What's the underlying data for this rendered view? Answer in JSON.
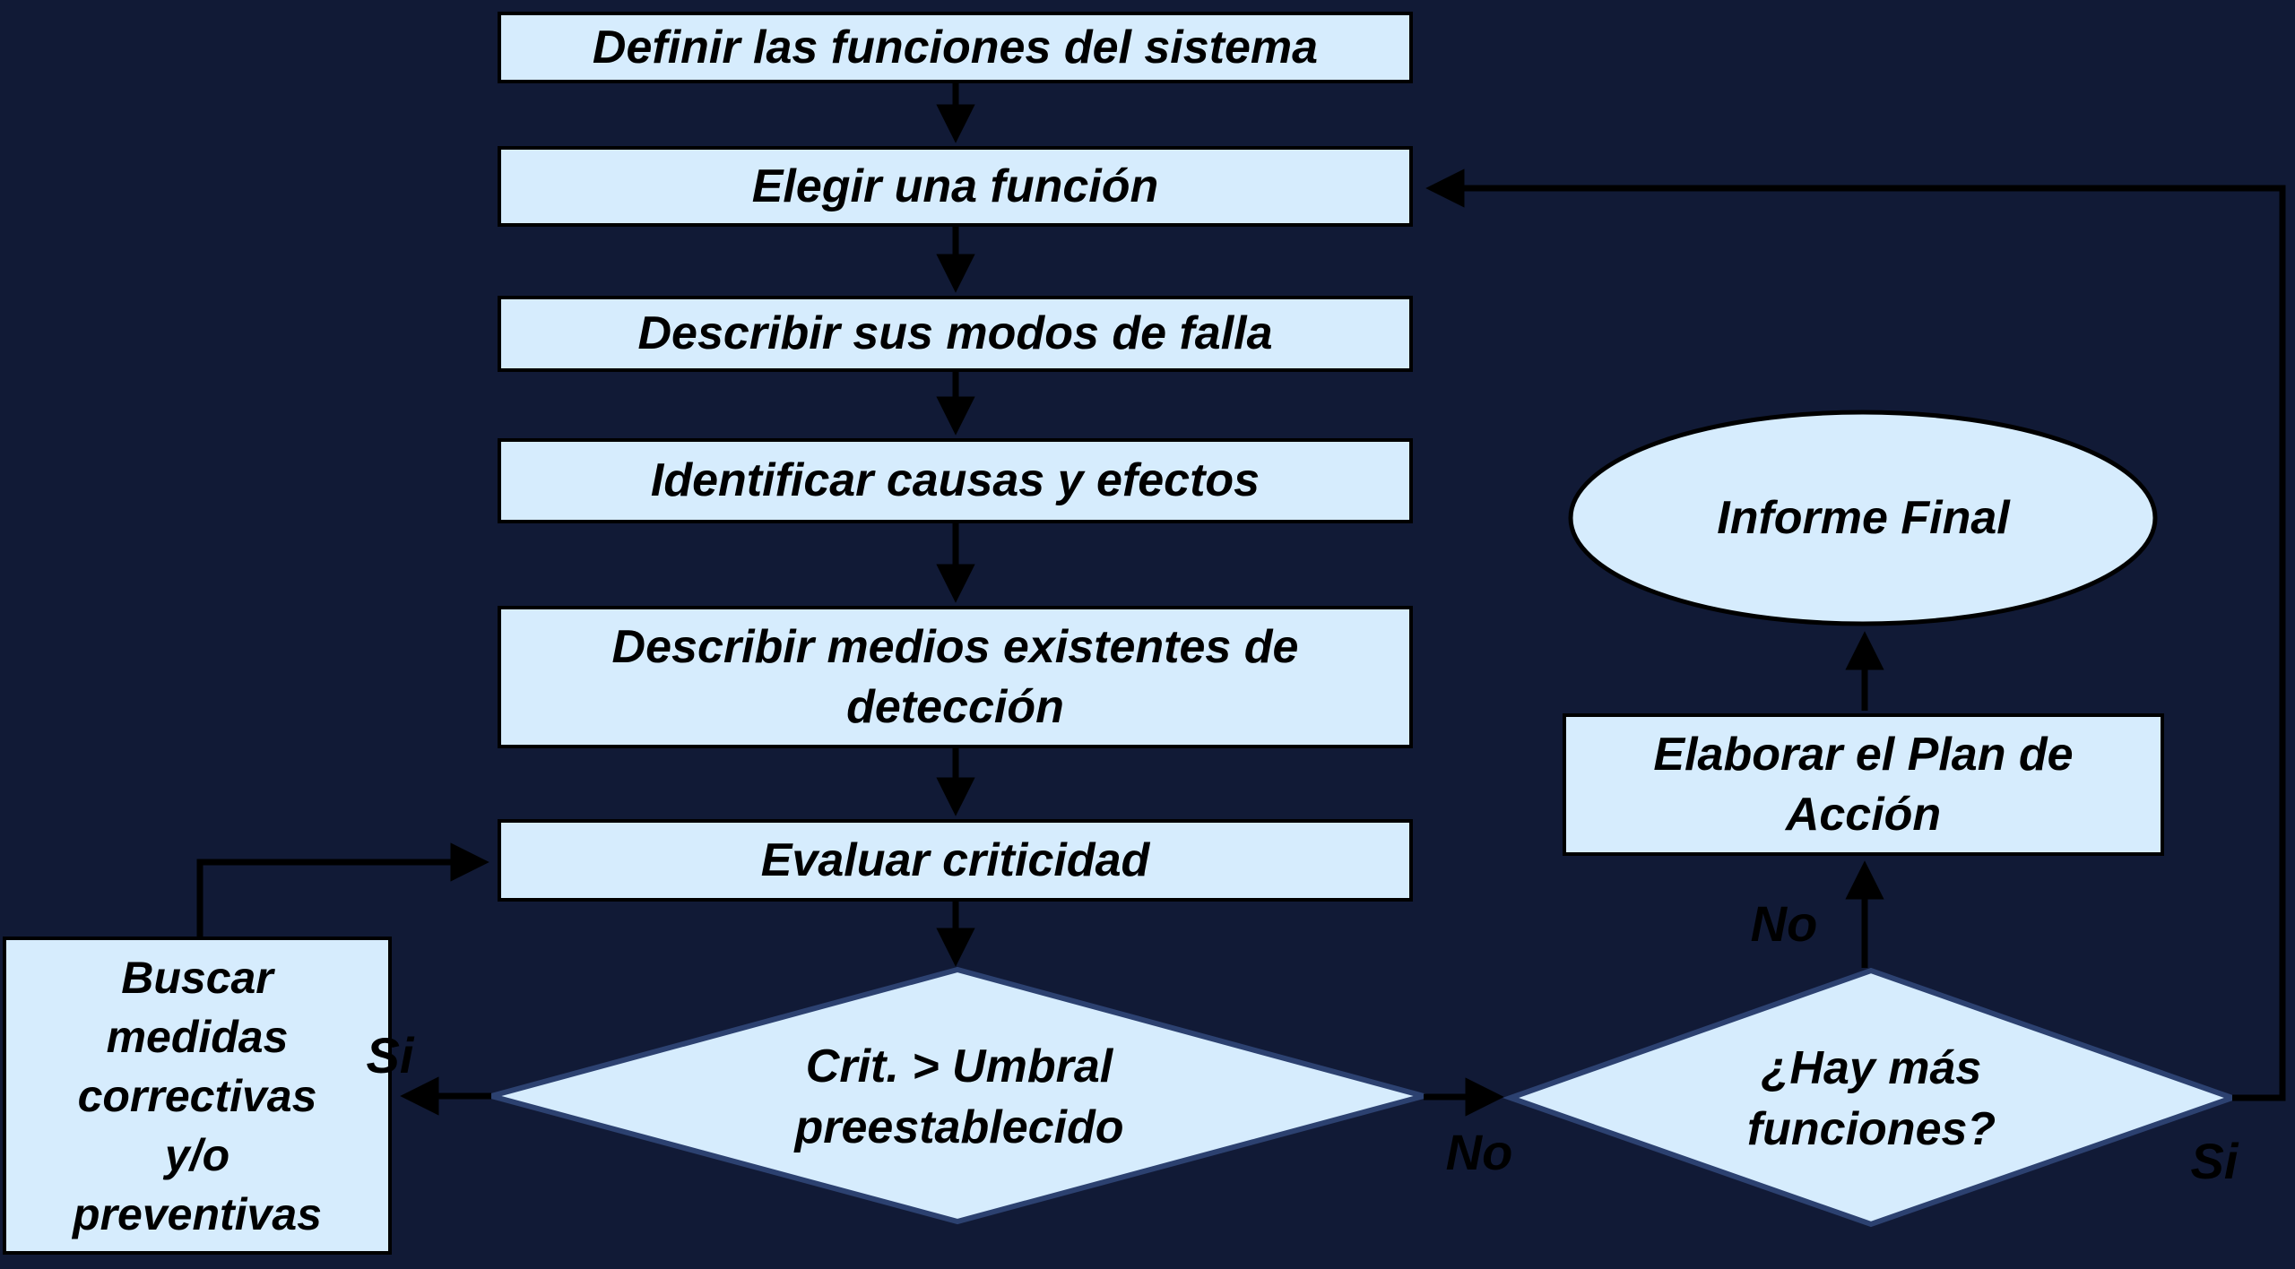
{
  "colors": {
    "background": "#111a36",
    "node_fill": "#d6ecfd",
    "process_border": "#000000",
    "decision_border": "#2c4170",
    "arrow": "#000000",
    "text": "#000000"
  },
  "nodes": {
    "definir": {
      "type": "process",
      "label": "Definir las funciones del sistema"
    },
    "elegir": {
      "type": "process",
      "label": "Elegir una función"
    },
    "modos": {
      "type": "process",
      "label": "Describir sus modos de falla"
    },
    "causas": {
      "type": "process",
      "label": "Identificar causas y efectos"
    },
    "medios": {
      "type": "process",
      "label": "Describir medios existentes de\ndetección"
    },
    "evaluar": {
      "type": "process",
      "label": "Evaluar criticidad"
    },
    "criticidad": {
      "type": "decision",
      "label": "Crit. > Umbral\npreestablecido"
    },
    "buscar": {
      "type": "process",
      "label": "Buscar\nmedidas\ncorrectivas\ny/o\npreventivas"
    },
    "hay_mas": {
      "type": "decision",
      "label": "¿Hay más\nfunciones?"
    },
    "plan": {
      "type": "process",
      "label": "Elaborar el Plan de\nAcción"
    },
    "informe": {
      "type": "terminator",
      "label": "Informe Final"
    }
  },
  "edge_labels": {
    "criticidad_si": "Si",
    "criticidad_no": "No",
    "hay_mas_no": "No",
    "hay_mas_si": "Si"
  },
  "edges": [
    {
      "from": "definir",
      "to": "elegir"
    },
    {
      "from": "elegir",
      "to": "modos"
    },
    {
      "from": "modos",
      "to": "causas"
    },
    {
      "from": "causas",
      "to": "medios"
    },
    {
      "from": "medios",
      "to": "evaluar"
    },
    {
      "from": "evaluar",
      "to": "criticidad"
    },
    {
      "from": "criticidad",
      "to": "buscar",
      "label": "Si"
    },
    {
      "from": "buscar",
      "to": "evaluar"
    },
    {
      "from": "criticidad",
      "to": "hay_mas",
      "label": "No"
    },
    {
      "from": "hay_mas",
      "to": "plan",
      "label": "No"
    },
    {
      "from": "plan",
      "to": "informe"
    },
    {
      "from": "hay_mas",
      "to": "elegir",
      "label": "Si"
    }
  ]
}
